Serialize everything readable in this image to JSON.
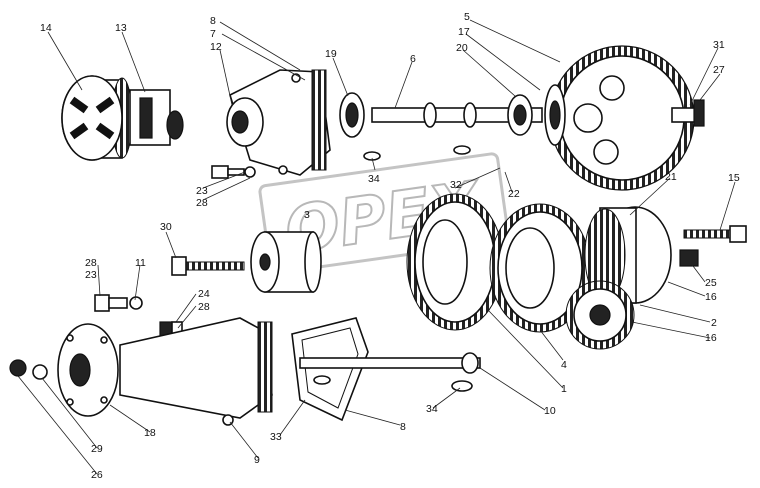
{
  "diagram": {
    "watermark": "OPEX",
    "callouts": [
      {
        "id": "c14",
        "text": "14"
      },
      {
        "id": "c13",
        "text": "13"
      },
      {
        "id": "c8a",
        "text": "8"
      },
      {
        "id": "c7",
        "text": "7"
      },
      {
        "id": "c12",
        "text": "12"
      },
      {
        "id": "c19",
        "text": "19"
      },
      {
        "id": "c6",
        "text": "6"
      },
      {
        "id": "c5",
        "text": "5"
      },
      {
        "id": "c17",
        "text": "17"
      },
      {
        "id": "c20",
        "text": "20"
      },
      {
        "id": "c31",
        "text": "31"
      },
      {
        "id": "c27",
        "text": "27"
      },
      {
        "id": "c34a",
        "text": "34"
      },
      {
        "id": "c23a",
        "text": "23"
      },
      {
        "id": "c28a",
        "text": "28"
      },
      {
        "id": "c3",
        "text": "3"
      },
      {
        "id": "c32",
        "text": "32"
      },
      {
        "id": "c22",
        "text": "22"
      },
      {
        "id": "c21",
        "text": "21"
      },
      {
        "id": "c15",
        "text": "15"
      },
      {
        "id": "c30",
        "text": "30"
      },
      {
        "id": "c28b",
        "text": "28"
      },
      {
        "id": "c23b",
        "text": "23"
      },
      {
        "id": "c11",
        "text": "11"
      },
      {
        "id": "c24",
        "text": "24"
      },
      {
        "id": "c28c",
        "text": "28"
      },
      {
        "id": "c25",
        "text": "25"
      },
      {
        "id": "c16a",
        "text": "16"
      },
      {
        "id": "c2",
        "text": "2"
      },
      {
        "id": "c16b",
        "text": "16"
      },
      {
        "id": "c4",
        "text": "4"
      },
      {
        "id": "c1",
        "text": "1"
      },
      {
        "id": "c10",
        "text": "10"
      },
      {
        "id": "c34b",
        "text": "34"
      },
      {
        "id": "c8b",
        "text": "8"
      },
      {
        "id": "c33",
        "text": "33"
      },
      {
        "id": "c9",
        "text": "9"
      },
      {
        "id": "c18",
        "text": "18"
      },
      {
        "id": "c29",
        "text": "29"
      },
      {
        "id": "c26",
        "text": "26"
      }
    ]
  }
}
